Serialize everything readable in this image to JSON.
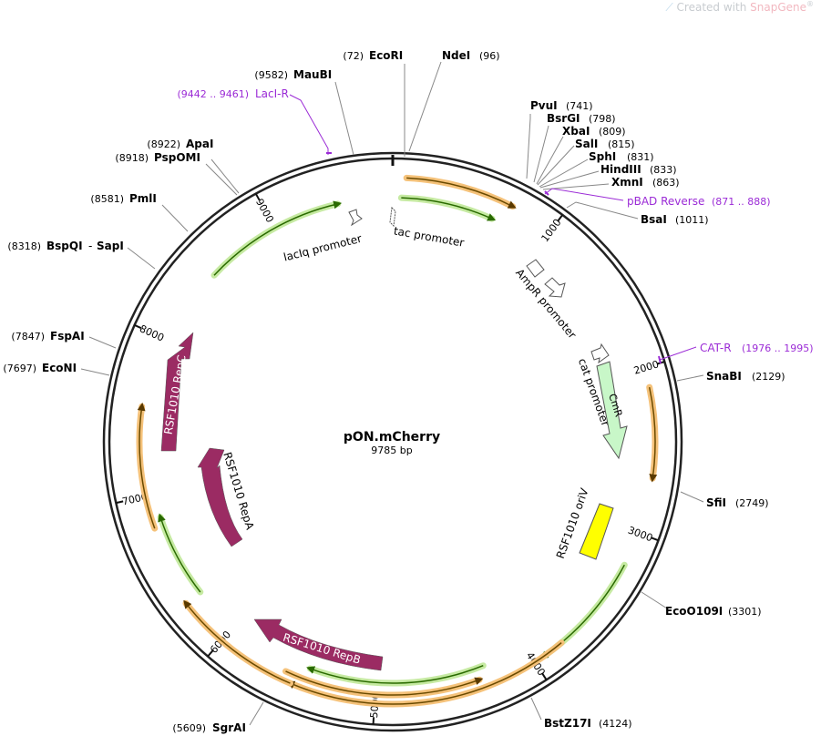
{
  "watermark": {
    "prefix": "Created with",
    "brand": "SnapGene",
    "mark": "®"
  },
  "plasmid": {
    "name": "pON.mCherry",
    "size": "9785 bp",
    "length": 9785
  },
  "ticks": [
    {
      "label": "1000",
      "pos": 1000
    },
    {
      "label": "2000",
      "pos": 2000
    },
    {
      "label": "3000",
      "pos": 3000
    },
    {
      "label": "4000",
      "pos": 4000
    },
    {
      "label": "5000",
      "pos": 5000
    },
    {
      "label": "6000",
      "pos": 6000
    },
    {
      "label": "7000",
      "pos": 7000
    },
    {
      "label": "8000",
      "pos": 8000
    },
    {
      "label": "9000",
      "pos": 9000
    }
  ],
  "sites": [
    {
      "name": "EcoRI",
      "pos": "(72)"
    },
    {
      "name": "NdeI",
      "pos": "(96)"
    },
    {
      "name": "MauBI",
      "pos": "(9582)"
    },
    {
      "name": "LacI-R",
      "pos": "(9442 .. 9461)",
      "primer": true
    },
    {
      "name": "ApaI",
      "pos": "(8922)"
    },
    {
      "name": "PspOMI",
      "pos": "(8918)"
    },
    {
      "name": "PmlI",
      "pos": "(8581)"
    },
    {
      "name": "BspQI",
      "name2": "SapI",
      "pos": "(8318)"
    },
    {
      "name": "FspAI",
      "pos": "(7847)"
    },
    {
      "name": "EcoNI",
      "pos": "(7697)"
    },
    {
      "name": "PvuI",
      "pos": "(741)"
    },
    {
      "name": "BsrGI",
      "pos": "(798)"
    },
    {
      "name": "XbaI",
      "pos": "(809)"
    },
    {
      "name": "SalI",
      "pos": "(815)"
    },
    {
      "name": "SphI",
      "pos": "(831)"
    },
    {
      "name": "HindIII",
      "pos": "(833)"
    },
    {
      "name": "XmnI",
      "pos": "(863)"
    },
    {
      "name": "pBAD Reverse",
      "pos": "(871 .. 888)",
      "primer": true
    },
    {
      "name": "BsaI",
      "pos": "(1011)"
    },
    {
      "name": "CAT-R",
      "pos": "(1976 .. 1995)",
      "primer": true
    },
    {
      "name": "SnaBI",
      "pos": "(2129)"
    },
    {
      "name": "SfiI",
      "pos": "(2749)"
    },
    {
      "name": "EcoO109I",
      "pos": "(3301)"
    },
    {
      "name": "BstZ17I",
      "pos": "(4124)"
    },
    {
      "name": "SgrAI",
      "pos": "(5609)"
    }
  ],
  "features": [
    {
      "name": "lacIq promoter"
    },
    {
      "name": "tac promoter"
    },
    {
      "name": "AmpR promoter"
    },
    {
      "name": "cat promoter"
    },
    {
      "name": "CmR"
    },
    {
      "name": "RSF1010 oriV"
    },
    {
      "name": "RSF1010 RepC"
    },
    {
      "name": "RSF1010 RepA"
    },
    {
      "name": "RSF1010 RepB"
    }
  ],
  "colors": {
    "backbone": "#222222",
    "orf_orange": "#f5c27a",
    "orf_green": "#c6eaa2",
    "cds_purple": "#9b2b63",
    "cmr_green": "#c8f7c8",
    "ori_yellow": "#ffff00",
    "primer_purple": "#9b2bd6"
  }
}
